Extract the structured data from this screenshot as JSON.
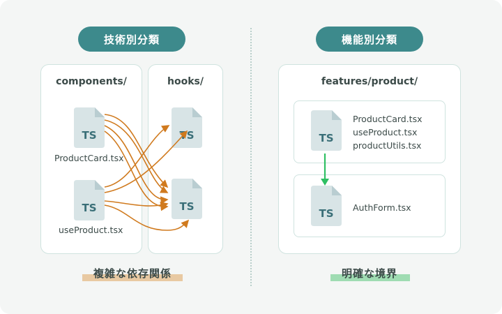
{
  "left_section": {
    "header": "技術別分類",
    "components_panel": {
      "title": "components/",
      "files": [
        {
          "badge": "TS",
          "label": "ProductCard.tsx"
        },
        {
          "badge": "TS",
          "label": "useProduct.tsx"
        }
      ]
    },
    "hooks_panel": {
      "title": "hooks/",
      "files": [
        {
          "badge": "TS"
        },
        {
          "badge": "TS"
        }
      ]
    },
    "caption": "複雑な依存関係",
    "arrow_color": "#d07a1e",
    "highlight_color": "#e8c9a2"
  },
  "right_section": {
    "header": "機能別分類",
    "features_panel": {
      "title": "features/product/",
      "groups": [
        {
          "badge": "TS",
          "files": [
            "ProductCard.tsx",
            "useProduct.tsx",
            "productUtils.tsx"
          ]
        },
        {
          "badge": "TS",
          "files": [
            "AuthForm.tsx"
          ]
        }
      ]
    },
    "caption": "明確な境界",
    "arrow_color": "#2fbf63",
    "highlight_color": "#9fdcb2"
  },
  "colors": {
    "header_bg": "#3d8a8c",
    "file_icon": "#d8e4e6",
    "ts_text": "#3a6f78"
  }
}
